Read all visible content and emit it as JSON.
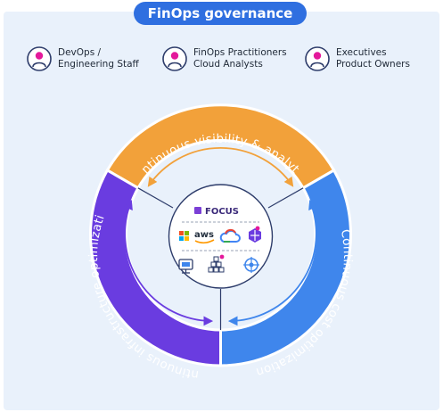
{
  "title": "FinOps governance",
  "personas": [
    {
      "line1": "DevOps /",
      "line2": "Engineering Staff",
      "icon": "person-icon"
    },
    {
      "line1": "FinOps Practitioners",
      "line2": "Cloud Analysts",
      "icon": "person-icon"
    },
    {
      "line1": "Executives",
      "line2": "Product Owners",
      "icon": "person-icon"
    }
  ],
  "segments": {
    "top": "Continuous visibility & analytics",
    "right": "Continuous cost optimization",
    "left": "Continuous infrastructure optimization"
  },
  "center": {
    "focus_label": "FOCUS",
    "aws_label": "aws",
    "providers": [
      "microsoft-icon",
      "aws-logo",
      "google-cloud-icon",
      "kubernetes-icon"
    ],
    "tools": [
      "monitor-icon",
      "cluster-icon",
      "helm-icon"
    ]
  },
  "colors": {
    "orange": "#f2a13a",
    "blue": "#3f86ec",
    "purple": "#6a3ce0",
    "title_bg": "#2f6fe0",
    "panel_bg": "#e9f1fb",
    "accent_pink": "#e4199b"
  }
}
